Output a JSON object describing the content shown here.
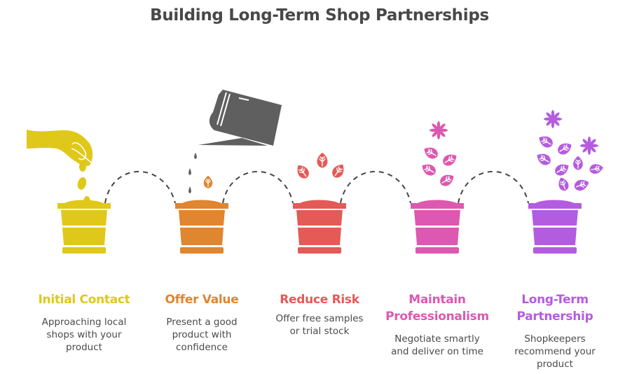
{
  "title": "Building Long-Term Shop Partnerships",
  "steps": [
    {
      "heading": "Initial Contact",
      "description": "Approaching local shops with your product",
      "color": "#DFC81A",
      "icon": "hand-dropping-seeds-icon"
    },
    {
      "heading": "Offer Value",
      "description": "Present a good product with confidence",
      "color": "#E08530",
      "icon": "watering-can-sprout-icon"
    },
    {
      "heading": "Reduce Risk",
      "description": "Offer free samples or trial stock",
      "color": "#E45A56",
      "icon": "leaves-growing-icon"
    },
    {
      "heading": "Maintain Professionalism",
      "description": "Negotiate smartly and deliver on time",
      "color": "#DD58B0",
      "icon": "flower-leaves-icon"
    },
    {
      "heading": "Long-Term Partnership",
      "description": "Shopkeepers recommend your product",
      "color": "#B45CE0",
      "icon": "flourishing-flowers-icon"
    }
  ],
  "connector_color": "#454545",
  "watering_can_color": "#5F5F5F"
}
